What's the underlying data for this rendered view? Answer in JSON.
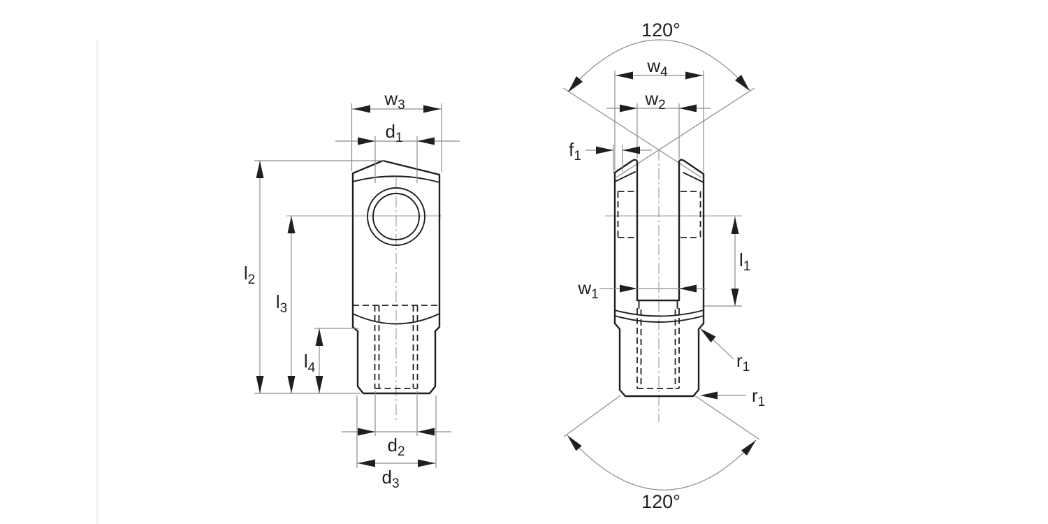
{
  "drawing": {
    "angle_top": "120°",
    "angle_bottom": "120°",
    "labels": {
      "w3": {
        "base": "w",
        "sub": "3"
      },
      "d1": {
        "base": "d",
        "sub": "1"
      },
      "l2": {
        "base": "l",
        "sub": "2"
      },
      "l3": {
        "base": "l",
        "sub": "3"
      },
      "l4": {
        "base": "l",
        "sub": "4"
      },
      "d2": {
        "base": "d",
        "sub": "2"
      },
      "d3": {
        "base": "d",
        "sub": "3"
      },
      "w4": {
        "base": "w",
        "sub": "4"
      },
      "w2": {
        "base": "w",
        "sub": "2"
      },
      "f1": {
        "base": "f",
        "sub": "1"
      },
      "w1": {
        "base": "w",
        "sub": "1"
      },
      "l1": {
        "base": "l",
        "sub": "1"
      },
      "r1a": {
        "base": "r",
        "sub": "1"
      },
      "r1b": {
        "base": "r",
        "sub": "1"
      }
    },
    "colors": {
      "outline": "#1f1f1f",
      "dimension_lines": "#8c8c8c",
      "background": "#ffffff"
    }
  }
}
